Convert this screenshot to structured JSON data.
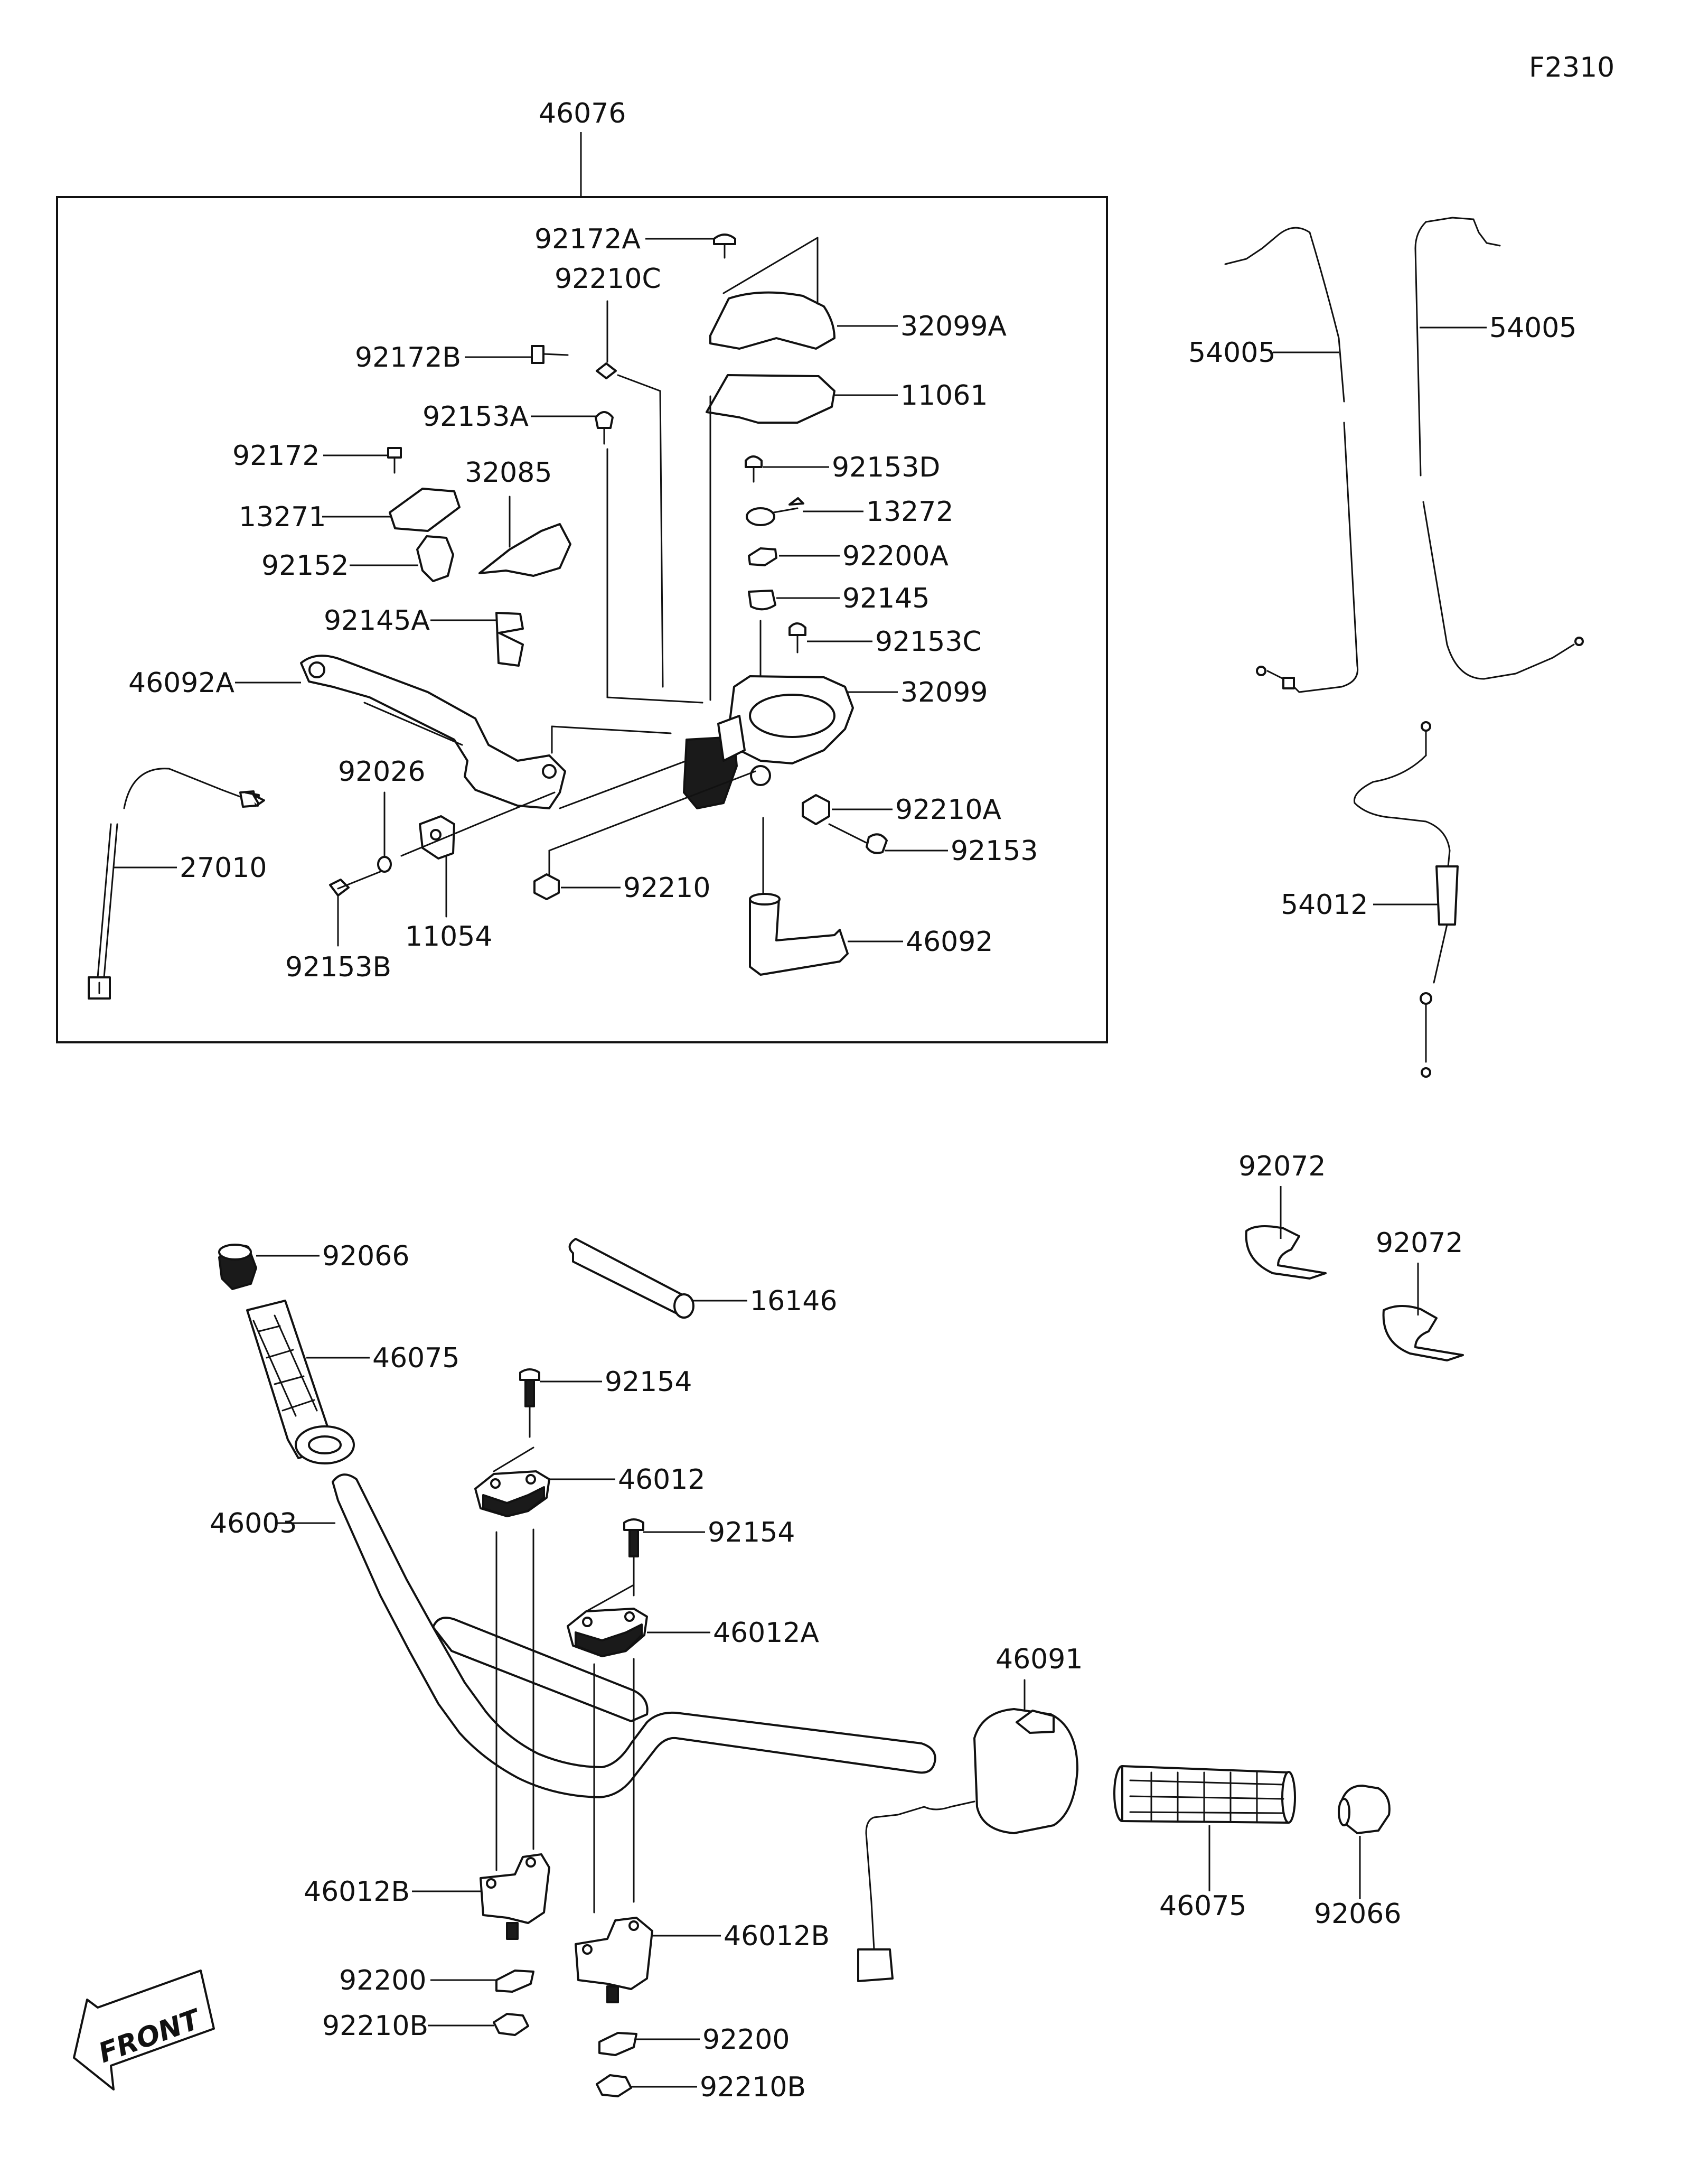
{
  "diagram_code": "F2310",
  "assembly_label": "46076",
  "front_label": "FRONT",
  "labels": {
    "p92172A": "92172A",
    "p32099A": "32099A",
    "p92210C": "92210C",
    "p92172B": "92172B",
    "p11061": "11061",
    "p92153A": "92153A",
    "p92172": "92172",
    "p92153D": "92153D",
    "p32085": "32085",
    "p13271": "13271",
    "p13272": "13272",
    "p92200A": "92200A",
    "p92152": "92152",
    "p92145": "92145",
    "p92145A": "92145A",
    "p92153C": "92153C",
    "p46092A": "46092A",
    "p32099": "32099",
    "p92026": "92026",
    "p92210A": "92210A",
    "p27010": "27010",
    "p92153": "92153",
    "p92210": "92210",
    "p11054": "11054",
    "p46092": "46092",
    "p92153B": "92153B",
    "p54005_left": "54005",
    "p54005_right": "54005",
    "p54012": "54012",
    "p92072_a": "92072",
    "p92072_b": "92072",
    "p92066_top": "92066",
    "p16146": "16146",
    "p46075_top": "46075",
    "p92154_a": "92154",
    "p46012": "46012",
    "p46003": "46003",
    "p92154_b": "92154",
    "p46012A": "46012A",
    "p46091": "46091",
    "p46012B_left": "46012B",
    "p46012B_right": "46012B",
    "p46075_bottom": "46075",
    "p92066_bottom": "92066",
    "p92200_left": "92200",
    "p92210B_left": "92210B",
    "p92200_right": "92200",
    "p92210B_right": "92210B"
  }
}
